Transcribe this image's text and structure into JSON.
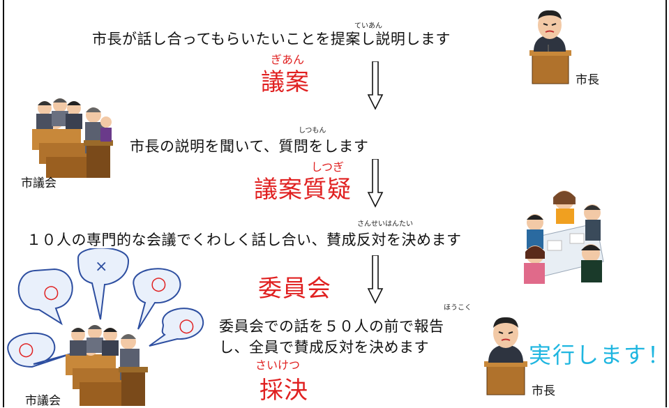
{
  "steps": {
    "step1": {
      "description": "市長が話し合ってもらいたいことを提案し説明します",
      "ruby": "ていあん",
      "term_ruby": "ぎあん",
      "term": "議案"
    },
    "step2": {
      "description": "市長の説明を聞いて、質問をします",
      "ruby": "しつもん",
      "term_ruby": "しつぎ",
      "term": "議案質疑"
    },
    "step3": {
      "description": "１０人の専門的な会議でくわしく話し合い、賛成反対を決めます",
      "ruby": "さんせいはんたい",
      "term": "委員会"
    },
    "step4": {
      "description_line1": "委員会での話を５０人の前で報告",
      "description_line2": "し、全員で賛成反対を決めます",
      "ruby": "ほうこく",
      "term_ruby": "さいけつ",
      "term": "採決"
    }
  },
  "labels": {
    "mayor_top": "市長",
    "council_top": "市議会",
    "council_bottom": "市議会",
    "mayor_bottom": "市長",
    "execute": "実行します！"
  },
  "speech_bubbles": {
    "marks": [
      "○",
      "×",
      "○",
      "○",
      "○"
    ]
  },
  "colors": {
    "term_red": "#e02020",
    "execute_cyan": "#1fb6e0",
    "bubble_fill": "#e9f0fb",
    "bubble_stroke": "#2d4ea0"
  }
}
